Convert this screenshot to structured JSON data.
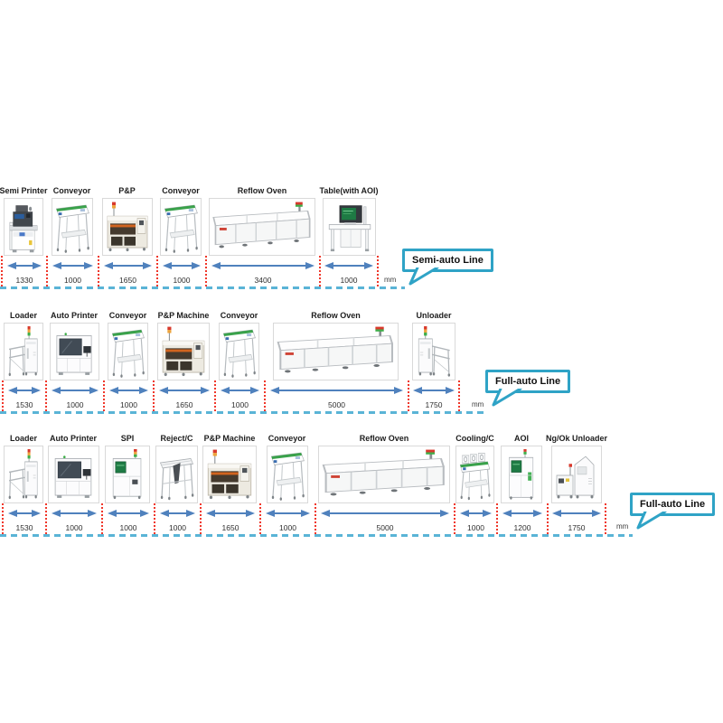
{
  "unit": "mm",
  "colors": {
    "dimension_arrow": "#4f81bd",
    "segment_separator": "#f0372a",
    "line_baseline": "#5ab4d6",
    "callout_border": "#2fa3c6"
  },
  "rows": [
    {
      "name": "semi-auto-line",
      "callout_label": "Semi-auto Line",
      "machines": [
        {
          "label": "Semi Printer",
          "dimension": "1330",
          "icon": "semi-printer"
        },
        {
          "label": "Conveyor",
          "dimension": "1000",
          "icon": "conveyor"
        },
        {
          "label": "P&P",
          "dimension": "1650",
          "icon": "pnp"
        },
        {
          "label": "Conveyor",
          "dimension": "1000",
          "icon": "conveyor"
        },
        {
          "label": "Reflow Oven",
          "dimension": "3400",
          "icon": "reflow-oven"
        },
        {
          "label": "Table(with AOI)",
          "dimension": "1000",
          "icon": "table-aoi"
        }
      ]
    },
    {
      "name": "full-auto-line",
      "callout_label": "Full-auto Line",
      "machines": [
        {
          "label": "Loader",
          "dimension": "1530",
          "icon": "loader"
        },
        {
          "label": "Auto Printer",
          "dimension": "1000",
          "icon": "auto-printer"
        },
        {
          "label": "Conveyor",
          "dimension": "1000",
          "icon": "conveyor"
        },
        {
          "label": "P&P Machine",
          "dimension": "1650",
          "icon": "pnp"
        },
        {
          "label": "Conveyor",
          "dimension": "1000",
          "icon": "conveyor"
        },
        {
          "label": "Reflow Oven",
          "dimension": "5000",
          "icon": "reflow-oven"
        },
        {
          "label": "Unloader",
          "dimension": "1750",
          "icon": "unloader"
        }
      ]
    },
    {
      "name": "full-auto-line-extended",
      "callout_label": "Full-auto Line",
      "machines": [
        {
          "label": "Loader",
          "dimension": "1530",
          "icon": "loader"
        },
        {
          "label": "Auto Printer",
          "dimension": "1000",
          "icon": "auto-printer"
        },
        {
          "label": "SPI",
          "dimension": "1000",
          "icon": "spi"
        },
        {
          "label": "Reject/C",
          "dimension": "1000",
          "icon": "reject-conveyor"
        },
        {
          "label": "P&P Machine",
          "dimension": "1650",
          "icon": "pnp"
        },
        {
          "label": "Conveyor",
          "dimension": "1000",
          "icon": "conveyor"
        },
        {
          "label": "Reflow Oven",
          "dimension": "5000",
          "icon": "reflow-oven"
        },
        {
          "label": "Cooling/C",
          "dimension": "1000",
          "icon": "cooling-conveyor"
        },
        {
          "label": "AOI",
          "dimension": "1200",
          "icon": "aoi"
        },
        {
          "label": "Ng/Ok Unloader",
          "dimension": "1750",
          "icon": "ngok-unloader"
        }
      ]
    }
  ]
}
